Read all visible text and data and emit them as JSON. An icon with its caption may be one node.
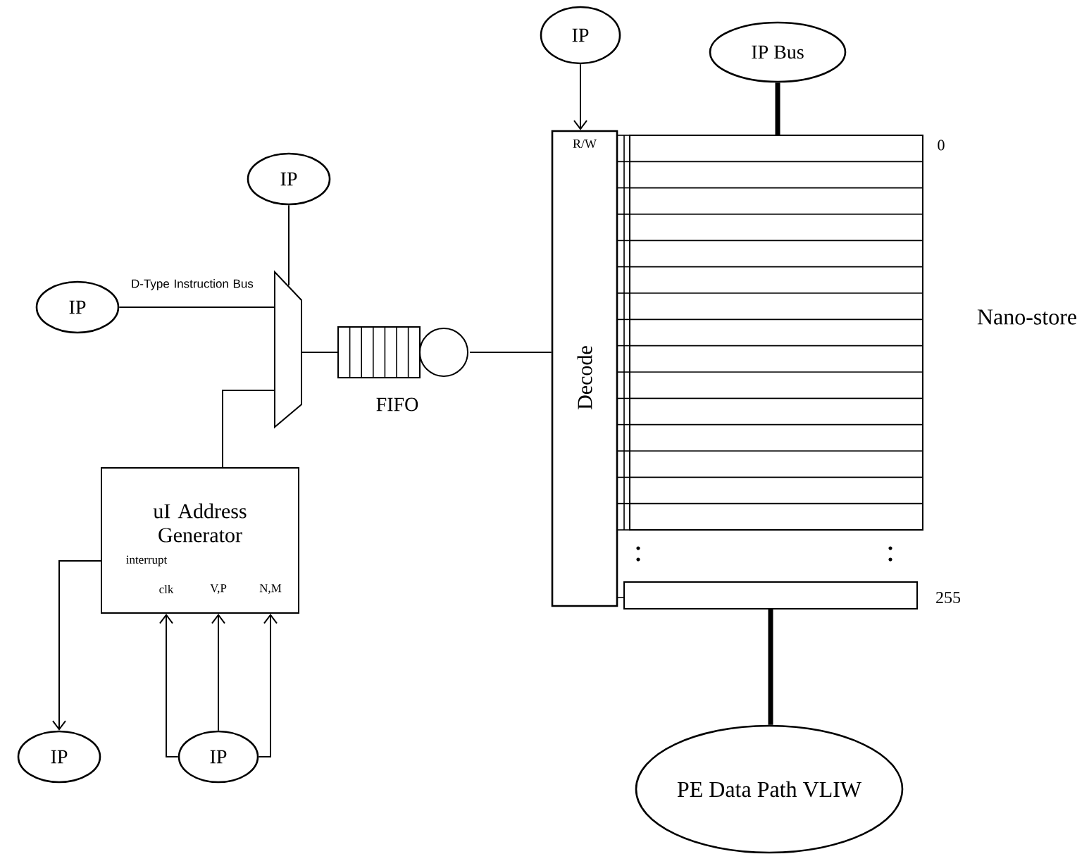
{
  "diagram": {
    "nodes": [
      {
        "text": [
          "IP"
        ]
      },
      {
        "text": [
          "IP"
        ]
      },
      {
        "text": [],
        "shape": "trapezoid"
      },
      {
        "text": [
          "FIFO"
        ]
      },
      {
        "text": [
          "uI Address Generator",
          "interrupt",
          "clk",
          "V,P",
          "N,M"
        ]
      },
      {
        "text": [
          "IP"
        ]
      },
      {
        "text": [
          "IP Bus"
        ]
      },
      {
        "text": [
          "R/W",
          "Decode"
        ]
      },
      {
        "text": [],
        "shape": "box"
      },
      {
        "text": [],
        "shape": "bar"
      },
      {
        "text": [
          "PE Data Path VLIW"
        ]
      },
      {
        "text": [
          "IP"
        ]
      },
      {
        "text": [
          "IP"
        ]
      }
    ],
    "edges": [
      {
        "from": 0,
        "to": 2,
        "arrow": "none"
      },
      {
        "from": 1,
        "to": 2,
        "arrow": "none",
        "label": "D-Type Instruction Bus"
      },
      {
        "from": 4,
        "to": 2,
        "arrow": "none"
      },
      {
        "from": 2,
        "to": 3,
        "arrow": "none"
      },
      {
        "from": 3,
        "to": 7,
        "arrow": "none"
      },
      {
        "from": 5,
        "to": 7,
        "arrow": "to"
      },
      {
        "from": 6,
        "to": 8,
        "arrow": "none",
        "style": "thick"
      },
      {
        "from": 9,
        "to": 10,
        "arrow": "none",
        "style": "thick"
      },
      {
        "from": 4,
        "to": 11,
        "arrow": "to"
      },
      {
        "from": 12,
        "to": 4,
        "arrow": "to"
      },
      {
        "from": 12,
        "to": 4,
        "arrow": "to"
      },
      {
        "from": 12,
        "to": 4,
        "arrow": "to"
      }
    ],
    "labels": [
      "0",
      "Nano-store",
      "255"
    ]
  }
}
